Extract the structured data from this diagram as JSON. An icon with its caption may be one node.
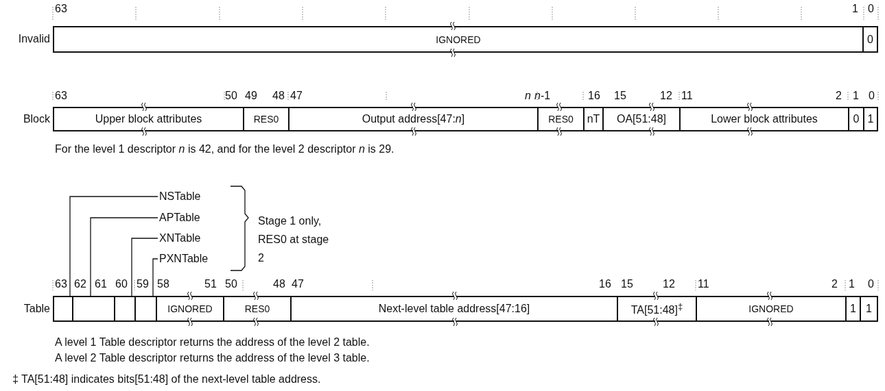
{
  "diagram": {
    "nodes": [
      {
        "text": [
          "IGNORED"
        ]
      },
      {
        "text": [
          "0"
        ]
      },
      {
        "text": [
          "Upper block attributes"
        ]
      },
      {
        "text": [
          "RES0"
        ]
      },
      {
        "text": [
          "Output address[47:*n*]"
        ]
      },
      {
        "text": [
          "RES0"
        ]
      },
      {
        "text": [
          "nT"
        ]
      },
      {
        "text": [
          "OA[51:48]"
        ]
      },
      {
        "text": [
          "Lower block attributes"
        ]
      },
      {
        "text": [
          "0"
        ]
      },
      {
        "text": [
          "1"
        ]
      },
      {
        "text": [
          "NSTable"
        ]
      },
      {
        "text": [
          "APTable"
        ]
      },
      {
        "text": [
          "XNTable"
        ]
      },
      {
        "text": [
          "PXNTable"
        ]
      },
      {
        "text": [],
        "shape": "box"
      },
      {
        "text": [],
        "shape": "box"
      },
      {
        "text": [],
        "shape": "box"
      },
      {
        "text": [],
        "shape": "box"
      },
      {
        "text": [
          "IGNORED"
        ]
      },
      {
        "text": [
          "RES0"
        ]
      },
      {
        "text": [
          "Next-level table address[47:16]"
        ]
      },
      {
        "text": [
          "TA[51:48]$^{‡}$"
        ]
      },
      {
        "text": [
          "IGNORED"
        ]
      },
      {
        "text": [
          "1"
        ]
      },
      {
        "text": [
          "1"
        ]
      }
    ],
    "edges": [
      {
        "from": 11,
        "to": 15,
        "arrow": "none"
      },
      {
        "from": 12,
        "to": 16,
        "arrow": "none"
      },
      {
        "from": 13,
        "to": 17,
        "arrow": "none"
      },
      {
        "from": 14,
        "to": 18,
        "arrow": "none"
      }
    ],
    "labels": [
      "63",
      "1",
      "0",
      "Invalid",
      "63",
      "50",
      "49",
      "48",
      "47",
      "*n*",
      "*n*-1",
      "16",
      "15",
      "12",
      "11",
      "2",
      "1",
      "0",
      "Block",
      "For the level 1 descriptor *n* is 42, and for the level 2 descriptor *n* is 29.",
      "Stage 1 only, RES0 at stage 2",
      "63",
      "62",
      "61",
      "60",
      "59",
      "58",
      "51",
      "50",
      "48",
      "47",
      "16",
      "15",
      "12",
      "11",
      "2",
      "1",
      "0",
      "Table",
      "A level 1 Table descriptor returns the address of the level 2 table.",
      "A level 2 Table descriptor returns the address of the level 3 table.",
      "‡ TA[51:48] indicates bits[51:48] of the next-level table address."
    ]
  }
}
